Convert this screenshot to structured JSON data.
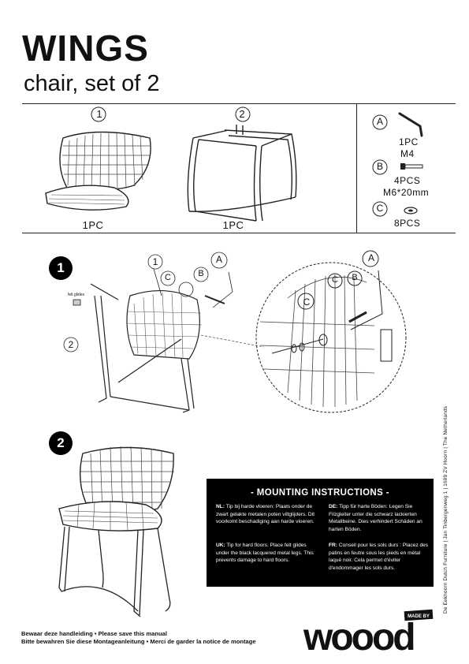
{
  "header": {
    "title": "WINGS",
    "subtitle": "chair, set of 2"
  },
  "parts": {
    "items": [
      {
        "number": "1",
        "qty": "1PC"
      },
      {
        "number": "2",
        "qty": "1PC"
      }
    ]
  },
  "hardware": {
    "items": [
      {
        "letter": "A",
        "qty": "1PC",
        "spec": "M4"
      },
      {
        "letter": "B",
        "qty": "4PCS",
        "spec": "M6*20mm"
      },
      {
        "letter": "C",
        "qty": "8PCS",
        "spec": ""
      }
    ]
  },
  "steps": {
    "step1": "1",
    "step2": "2",
    "felt_label": "felt glides"
  },
  "callouts": {
    "one": "1",
    "two": "2",
    "a": "A",
    "b": "B",
    "c": "C"
  },
  "instructions": {
    "title": "- MOUNTING INSTRUCTIONS -",
    "nl_code": "NL:",
    "nl_text": "Tip bij harde vloeren: Plaats onder de zwart gelakte metalen poten viltglijders. Dit voorkomt beschadiging aan harde vloeren.",
    "uk_code": "UK:",
    "uk_text": "Tip for hard floors: Place felt glides under the black lacquered metal legs. This prevents damage to hard floors.",
    "de_code": "DE:",
    "de_text": "Tipp für harte Böden: Legen Sie Filzgleiter unter die schwarz lackierten Metallbeine. Dies verhindert Schäden an harten Böden.",
    "fr_code": "FR:",
    "fr_text": "Conseil pour les sols durs : Placez des patins en feutre sous les pieds en métal laqué noir. Cela permet d'éviter d'endommager les sols durs."
  },
  "footer": {
    "line1": "Bewaar deze handleiding • Please save this manual",
    "line2": "Bitte bewahren Sie diese Montageanleitung • Merci de garder la notice de montage",
    "address": "De Eekhoorn Dutch Furniture  |  Jan Tinbergenweg 1  |  1689 ZV  Hoorn  |  The Netherlands",
    "logo_text": "woood",
    "logo_badge": "MADE BY"
  }
}
